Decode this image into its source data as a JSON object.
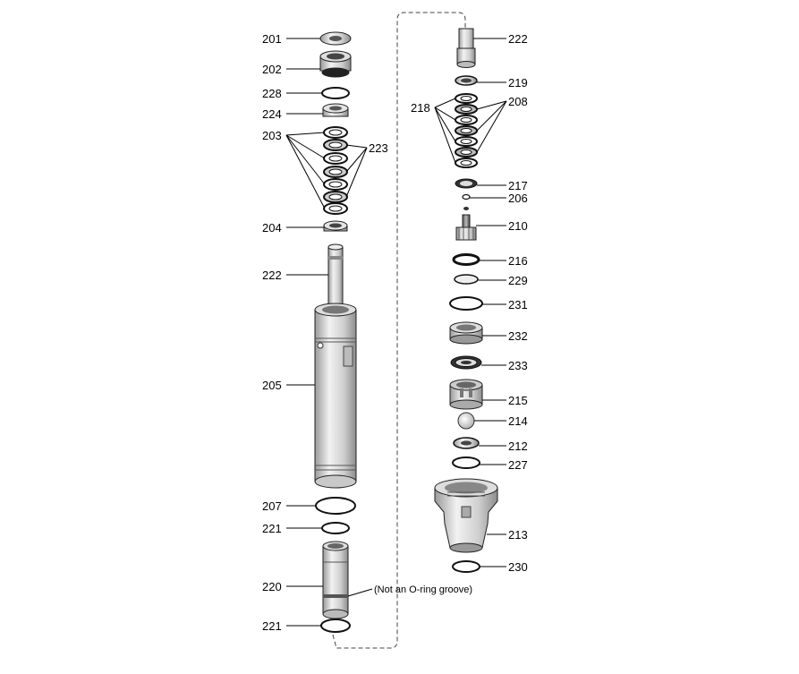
{
  "labels": {
    "l201": "201",
    "l202": "202",
    "l228": "228",
    "l224": "224",
    "l203": "203",
    "l223": "223",
    "l204": "204",
    "l222a": "222",
    "l205": "205",
    "l207": "207",
    "l221a": "221",
    "l220": "220",
    "l221b": "221",
    "l222b": "222",
    "l219": "219",
    "l218": "218",
    "l208": "208",
    "l217": "217",
    "l206": "206",
    "l210": "210",
    "l216": "216",
    "l229": "229",
    "l231": "231",
    "l232": "232",
    "l233": "233",
    "l215": "215",
    "l214": "214",
    "l212": "212",
    "l227": "227",
    "l213": "213",
    "l230": "230"
  },
  "note": "(Not an O-ring groove)"
}
